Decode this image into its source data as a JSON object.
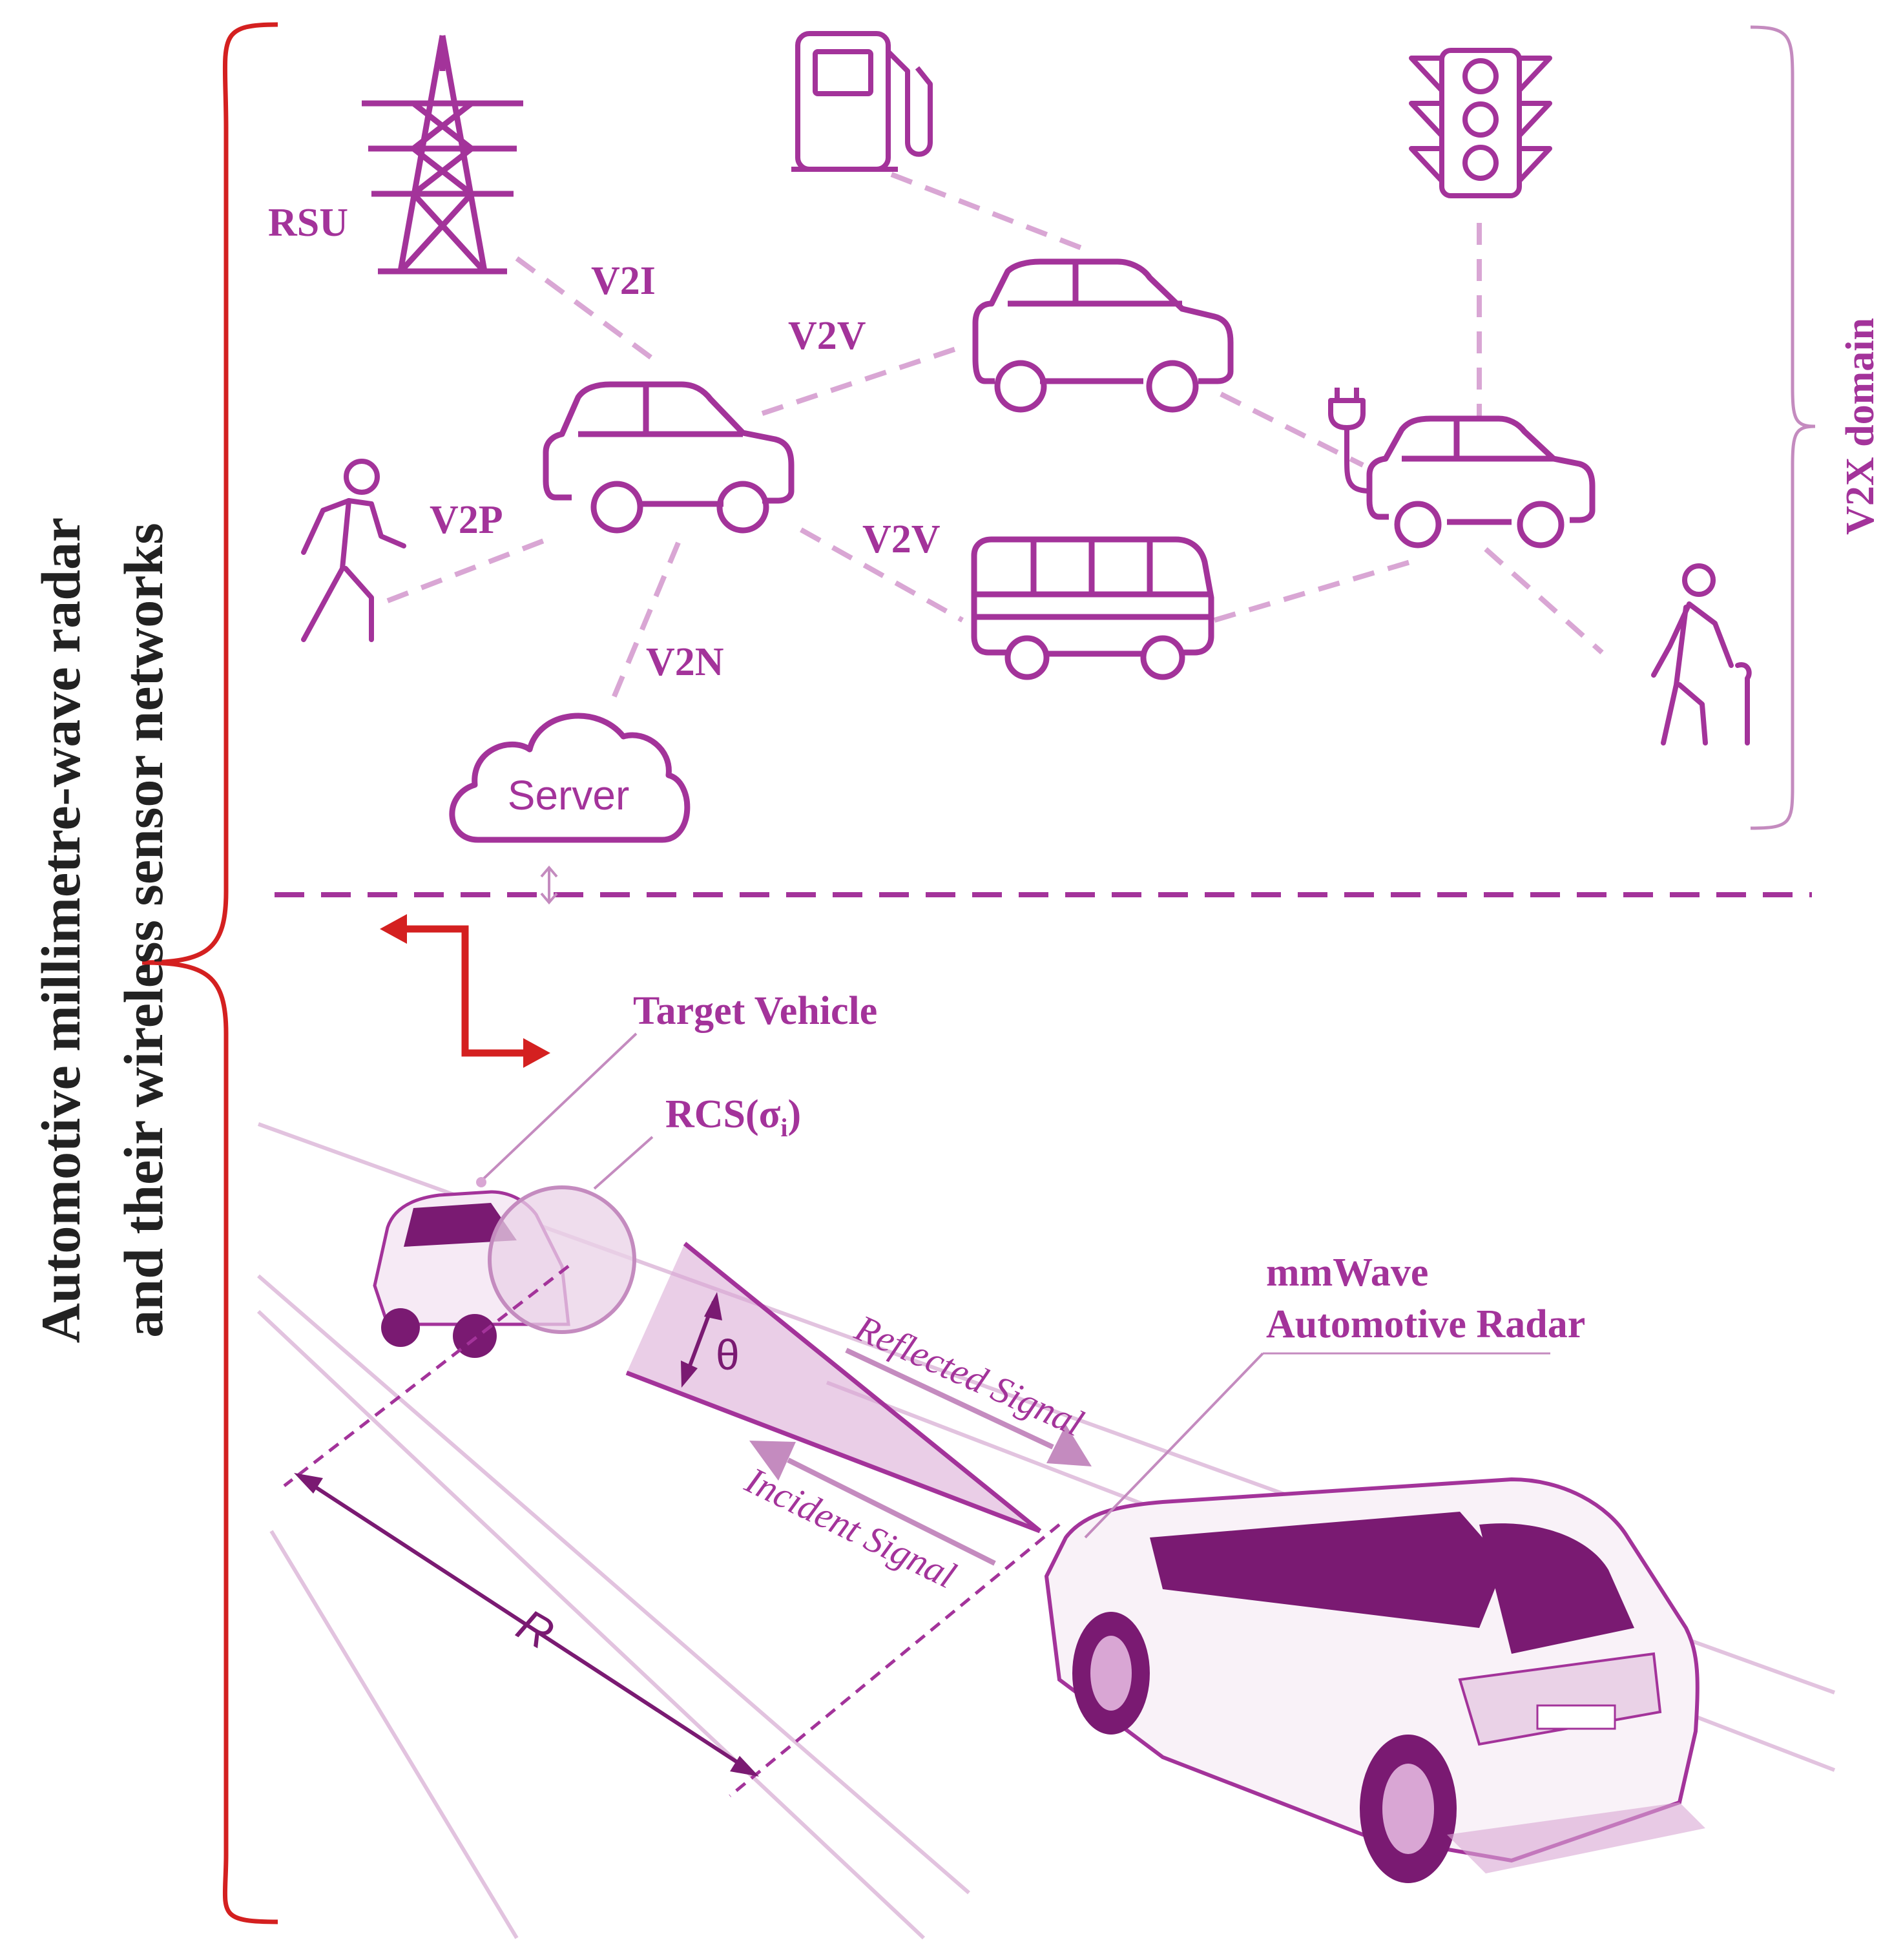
{
  "labels": {
    "rsu": "RSU",
    "v2i": "V2I",
    "v2v_top": "V2V",
    "v2v_bottom": "V2V",
    "v2p": "V2P",
    "v2n": "V2N",
    "server": "Server",
    "v2x_domain": "V2X domain",
    "target_vehicle": "Target Vehicle",
    "rcs": "RCS(σ",
    "rcs_sub": "i",
    "rcs_close": ")",
    "theta": "θ",
    "reflected_signal": "Reflected Signal",
    "incident_signal": "Incident Signal",
    "range": "R",
    "radar_line1": "mmWave",
    "radar_line2": "Automotive Radar"
  },
  "side_title": {
    "line1": "Automotive millimetre-wave radar",
    "line2": "and their wireless sensor networks"
  },
  "colors": {
    "purple": "#a3339a",
    "light_purple": "#d9a6d4",
    "dark_purple": "#7a1a72",
    "red": "#d42020",
    "text_dark": "#222222"
  },
  "icons": [
    "transmission-tower-icon",
    "fuel-pump-icon",
    "traffic-light-icon",
    "car-icon",
    "bus-icon",
    "pedestrian-icon",
    "elderly-pedestrian-icon",
    "ev-charging-plug-icon",
    "cloud-server-icon"
  ]
}
